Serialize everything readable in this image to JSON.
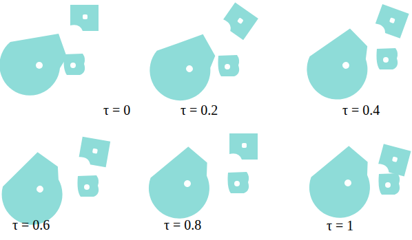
{
  "diagram": {
    "labels": [
      "τ = 0",
      "τ = 0.2",
      "τ = 0.4",
      "τ = 0.6",
      "τ = 0.8",
      "τ = 1"
    ]
  }
}
